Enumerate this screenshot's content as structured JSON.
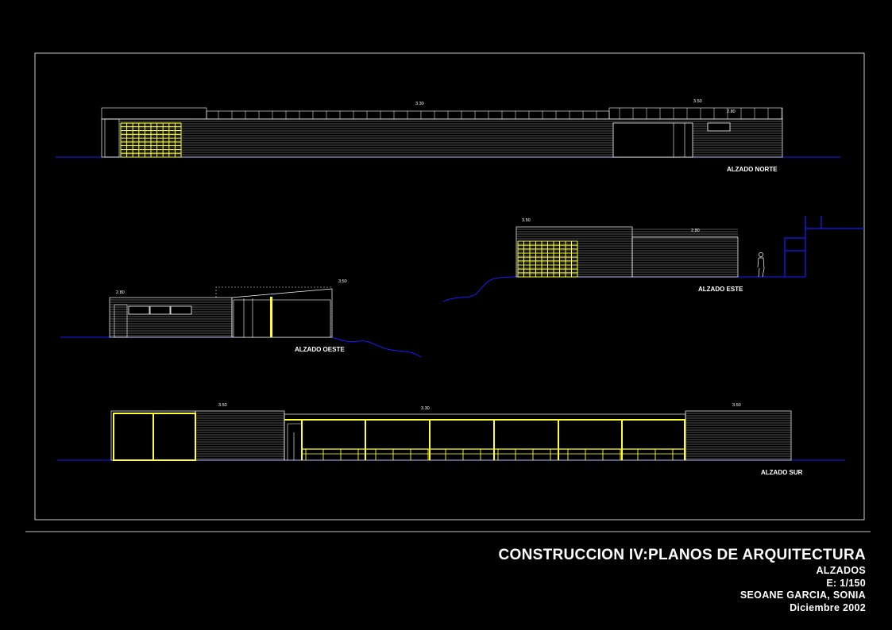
{
  "colors": {
    "background": "#000000",
    "line": "#ffffff",
    "accent": "#ffff33",
    "ground": "#1a1aff"
  },
  "elevations": {
    "norte": {
      "label": "ALZADO NORTE",
      "levels": [
        "3.30",
        "3.50",
        "2.80"
      ]
    },
    "este": {
      "label": "ALZADO ESTE",
      "levels": [
        "3.50",
        "2.80"
      ]
    },
    "oeste": {
      "label": "ALZADO OESTE",
      "levels": [
        "2.80",
        "3.50"
      ]
    },
    "sur": {
      "label": "ALZADO SUR",
      "levels": [
        "3.50",
        "3.30",
        "3.50"
      ]
    }
  },
  "title_block": {
    "title": "CONSTRUCCION IV:PLANOS DE ARQUITECTURA",
    "subtitle": "ALZADOS",
    "scale": "E: 1/150",
    "author": "SEOANE GARCIA, SONIA",
    "date": "Diciembre 2002"
  }
}
